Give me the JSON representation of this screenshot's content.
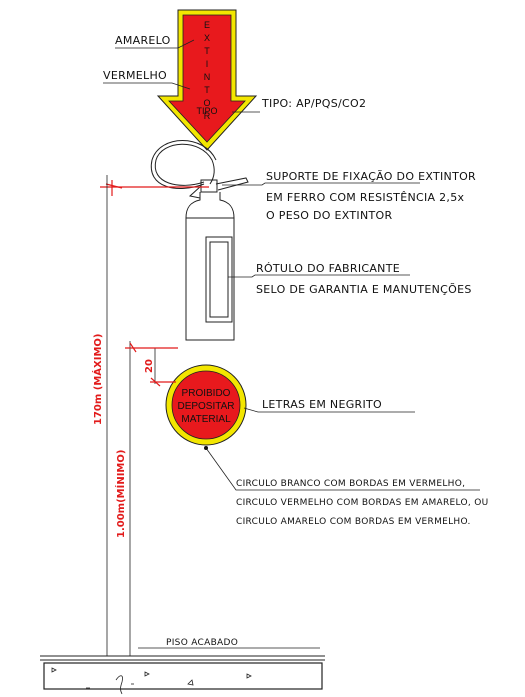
{
  "arrow": {
    "vertical_letters": [
      "E",
      "X",
      "T",
      "I",
      "N",
      "T",
      "O",
      "R"
    ],
    "tipo_label": "TIPO",
    "fill_color": "#e8191d",
    "border_color": "#f3e600"
  },
  "callouts": {
    "amarelo": "AMARELO",
    "vermelho": "VERMELHO",
    "tipo": "TIPO: AP/PQS/CO2",
    "suporte_1": "SUPORTE DE FIXAÇÃO DO EXTINTOR",
    "suporte_2": "EM FERRO COM RESISTÊNCIA 2,5x",
    "suporte_3": "O PESO DO EXTINTOR",
    "rotulo_1": "RÓTULO DO FABRICANTE",
    "rotulo_2": "SELO DE GARANTIA E MANUTENÇÕES",
    "letras": "LETRAS EM NEGRITO",
    "circulo_1": "CIRCULO BRANCO COM BORDAS EM VERMELHO,",
    "circulo_2": "CIRCULO VERMELHO COM BORDAS EM AMARELO, OU",
    "circulo_3": "CIRCULO AMARELO COM BORDAS EM VERMELHO.",
    "piso": "PISO ACABADO"
  },
  "sign": {
    "line_1": "PROIBIDO",
    "line_2": "DEPOSITAR",
    "line_3": "MATERIAL",
    "fill_color": "#e8191d",
    "ring_color": "#f3e600"
  },
  "dimensions": {
    "max_height": "170m  (MÁXIMO)",
    "min_height": "1.00m(MÍNIMO)",
    "gap": "20"
  }
}
